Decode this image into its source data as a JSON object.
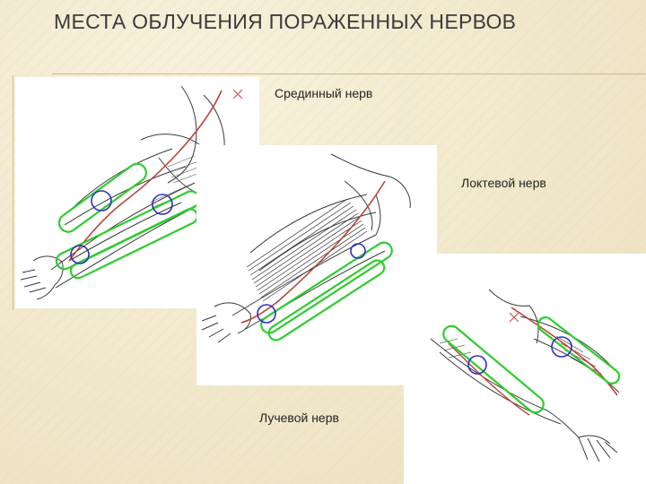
{
  "slide": {
    "title": "МЕСТА ОБЛУЧЕНИЯ ПОРАЖЕННЫХ НЕРВОВ"
  },
  "panels": [
    {
      "label": "Срединный нерв"
    },
    {
      "label": "Локтевой нерв"
    },
    {
      "label": "Лучевой нерв"
    }
  ],
  "colors": {
    "background": "#f2ead0",
    "outline": "#3a3a3a",
    "field_green": "#2ecc2e",
    "target_blue": "#2d2dc8",
    "nerve_red": "#b8443c"
  }
}
